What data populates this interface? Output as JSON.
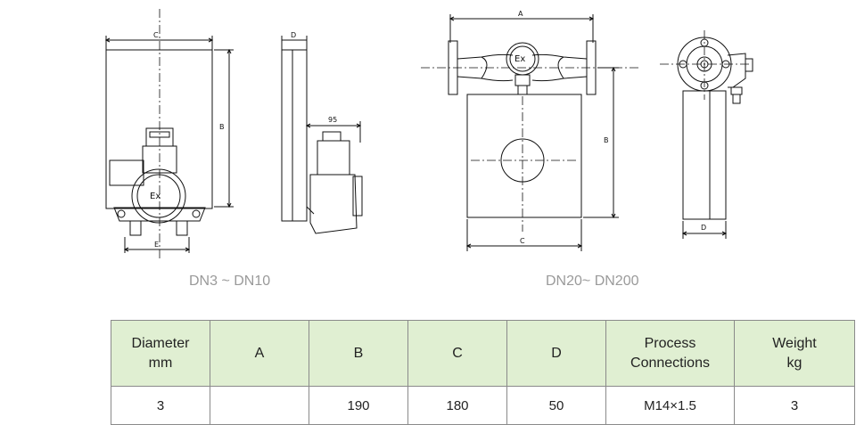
{
  "drawings": {
    "left": {
      "caption": "DN3 ~ DN10",
      "labels": {
        "c": "C",
        "d": "D",
        "b": "B",
        "dim95": "95",
        "ex": "Ex",
        "e": "E"
      }
    },
    "right": {
      "caption": "DN20~ DN200",
      "labels": {
        "a": "A",
        "b": "B",
        "c": "C",
        "d": "D",
        "ex": "Ex"
      }
    }
  },
  "table": {
    "headers": {
      "diameter_line1": "Diameter",
      "diameter_line2": "mm",
      "a": "A",
      "b": "B",
      "c": "C",
      "d": "D",
      "process_line1": "Process",
      "process_line2": "Connections",
      "weight_line1": "Weight",
      "weight_line2": "kg"
    },
    "rows": [
      {
        "diameter": "3",
        "a": "",
        "b": "190",
        "c": "180",
        "d": "50",
        "process": "M14×1.5",
        "weight": "3"
      }
    ]
  }
}
